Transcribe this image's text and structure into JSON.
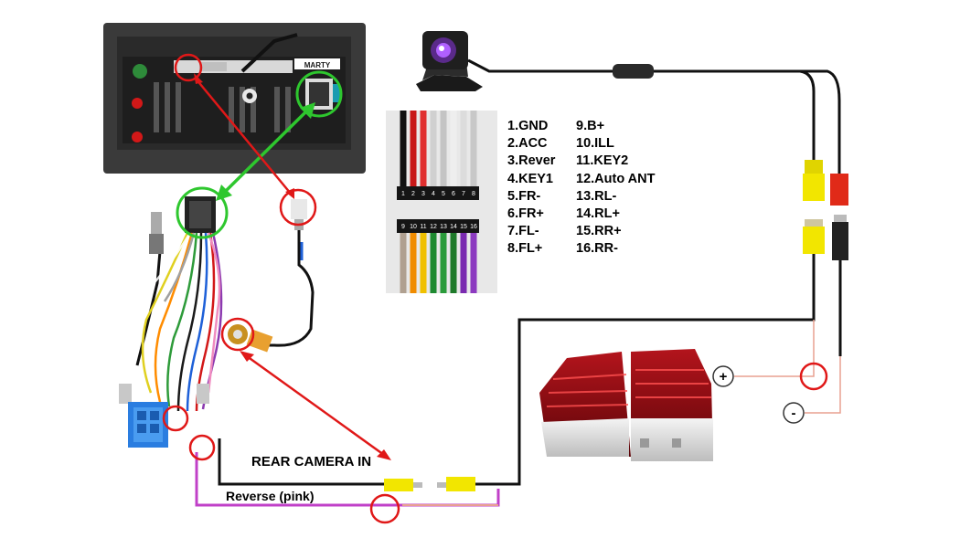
{
  "diagram": {
    "unit_badge": "MARTY",
    "pins_left": [
      "1.GND",
      "2.ACC",
      "3.Rever",
      "4.KEY1",
      "5.FR-",
      "6.FR+",
      "7.FL-",
      "8.FL+"
    ],
    "pins_right": [
      "9.B+",
      "10.ILL",
      "11.KEY2",
      "12.Auto ANT",
      "13.RL-",
      "14.RL+",
      "15.RR+",
      "16.RR-"
    ],
    "photo_top_numbers": [
      "1",
      "2",
      "3",
      "4",
      "5",
      "6",
      "7",
      "8"
    ],
    "photo_bottom_numbers": [
      "9",
      "10",
      "11",
      "12",
      "13",
      "14",
      "15",
      "16"
    ],
    "rear_camera_label": "REAR CAMERA IN",
    "reverse_label": "Reverse (pink)",
    "plus_symbol": "+",
    "minus_symbol": "-",
    "colors": {
      "red_marker": "#e01818",
      "green_marker": "#2ec72e",
      "pink_wire": "#c040c8",
      "rca_yellow": "#f2e600"
    }
  }
}
